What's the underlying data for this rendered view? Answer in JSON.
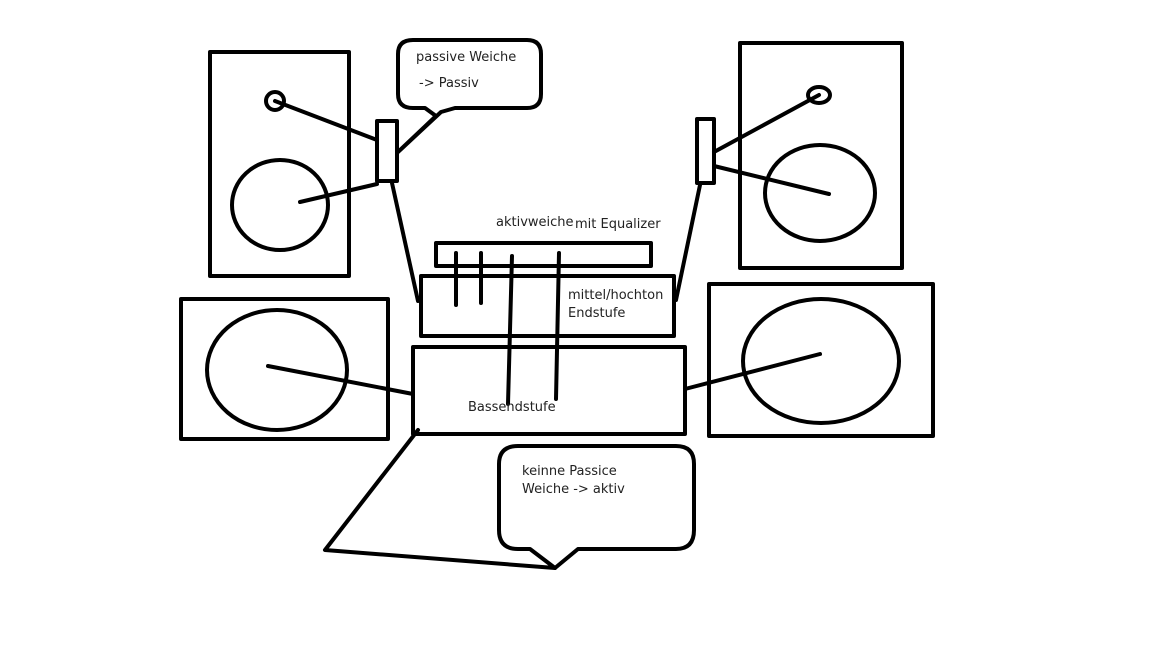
{
  "labels": {
    "passive_bubble_line1": "passive Weiche",
    "passive_bubble_line2": "-> Passiv",
    "aktivweiche_word": "aktivweiche",
    "aktivweiche_suffix": "mit Equalizer",
    "mittel_line1": "mittel/hochton",
    "mittel_line2": "Endstufe",
    "bassendstufe": "Bassendstufe",
    "aktiv_bubble_line1": "keinne Passice",
    "aktiv_bubble_line2": "Weiche -> aktiv"
  },
  "colors": {
    "stroke": "#000000",
    "text": "#222222",
    "background": "#ffffff"
  }
}
